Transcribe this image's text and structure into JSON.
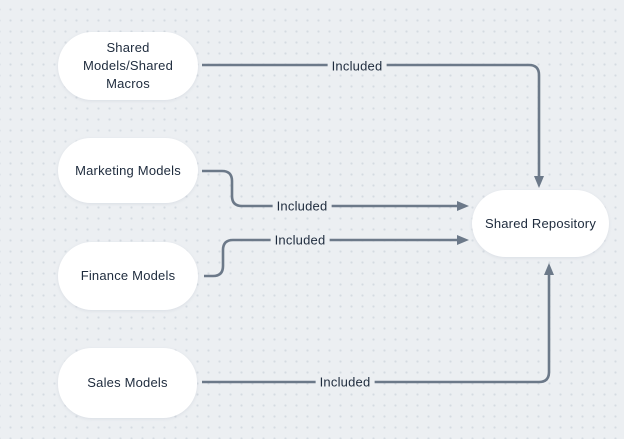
{
  "diagram": {
    "background_color": "#ECEFF2",
    "dot_grid_color": "#D5DBE1",
    "connector_color": "#6C7989",
    "text_color": "#1E2B3D",
    "node_fill_color": "#FFFFFF",
    "nodes": [
      {
        "id": "shared-models",
        "label": "Shared Models/Shared Macros"
      },
      {
        "id": "marketing-models",
        "label": "Marketing Models"
      },
      {
        "id": "finance-models",
        "label": "Finance Models"
      },
      {
        "id": "sales-models",
        "label": "Sales Models"
      },
      {
        "id": "shared-repository",
        "label": "Shared Repository"
      }
    ],
    "connectors": [
      {
        "from": "shared-models",
        "to": "shared-repository",
        "label": "Included",
        "enters_at": "top"
      },
      {
        "from": "marketing-models",
        "to": "shared-repository",
        "label": "Included",
        "enters_at": "left"
      },
      {
        "from": "finance-models",
        "to": "shared-repository",
        "label": "Included",
        "enters_at": "left"
      },
      {
        "from": "sales-models",
        "to": "shared-repository",
        "label": "Included",
        "enters_at": "bottom"
      }
    ]
  }
}
